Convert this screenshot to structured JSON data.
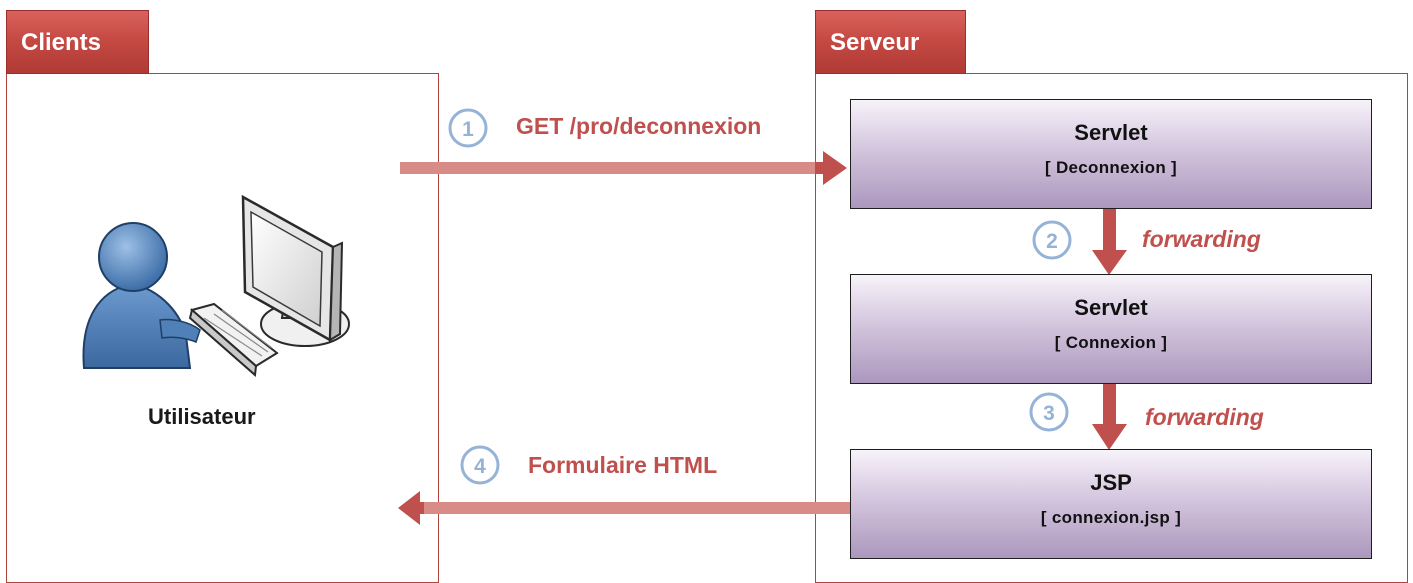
{
  "clients": {
    "tab_label": "Clients",
    "user_label": "Utilisateur"
  },
  "server": {
    "tab_label": "Serveur",
    "boxes": [
      {
        "title": "Servlet",
        "subtitle": "[ Deconnexion ]"
      },
      {
        "title": "Servlet",
        "subtitle": "[ Connexion ]"
      },
      {
        "title": "JSP",
        "subtitle": "[ connexion.jsp ]"
      }
    ]
  },
  "steps": [
    {
      "number": "1",
      "label": "GET /pro/deconnexion"
    },
    {
      "number": "2",
      "label": "forwarding"
    },
    {
      "number": "3",
      "label": "forwarding"
    },
    {
      "number": "4",
      "label": "Formulaire HTML"
    }
  ],
  "colors": {
    "accent_red": "#c0504d",
    "tab_red": "#c64a44",
    "box_purple": "#ac97bd",
    "step_circle": "#95b3d7",
    "user_blue": "#4a7db8"
  },
  "icons": [
    "user-icon",
    "computer-icon",
    "keyboard-icon"
  ]
}
